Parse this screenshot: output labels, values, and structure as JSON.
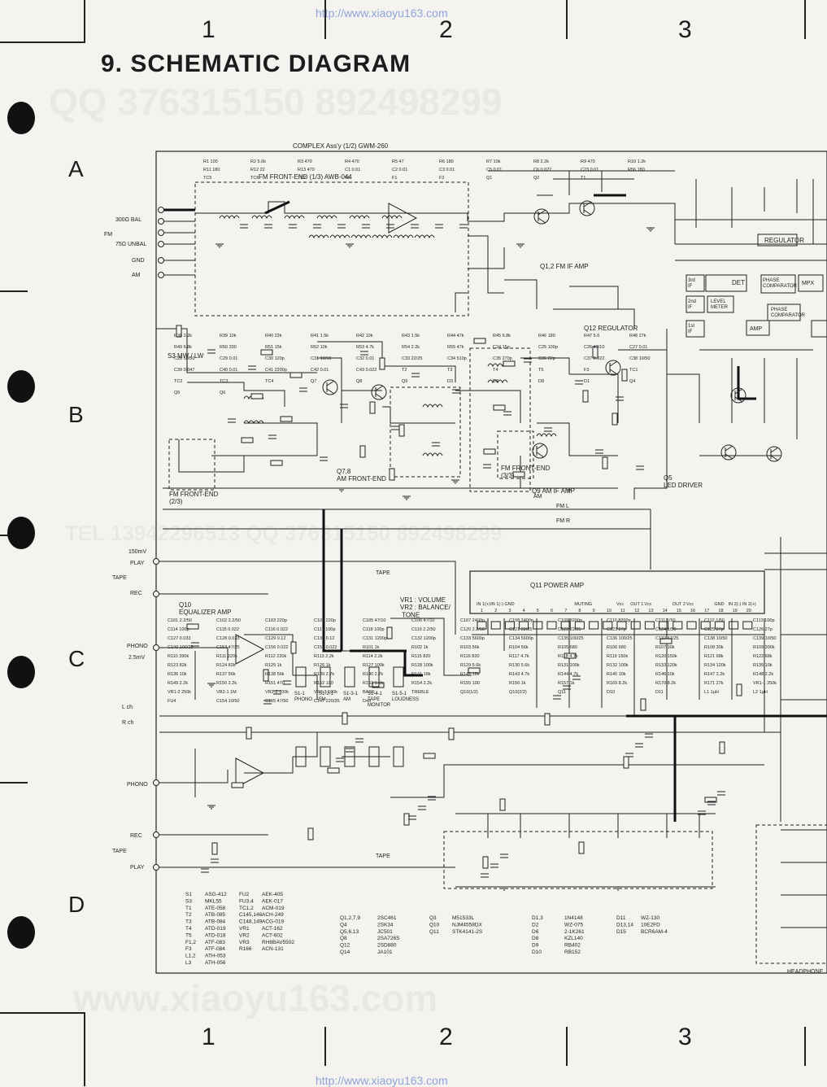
{
  "header": {
    "url_top": "http://www.xiaoyu163.com",
    "url_bottom": "http://www.xiaoyu163.com",
    "title": "9. SCHEMATIC DIAGRAM",
    "col_numbers": [
      "1",
      "2",
      "3"
    ],
    "row_letters": [
      "A",
      "B",
      "C",
      "D"
    ]
  },
  "watermarks": [
    "QQ 376315150   892498299",
    "TEL 13942296513   QQ 376315150  892498299",
    "www.xiaoyu163.com"
  ],
  "blocks": {
    "assy": "COMPLEX  Ass'y (1/2)   GWM-260",
    "fm_front_end": "FM FRONT-END (1/3)       AWB-044",
    "fm_front_end_2": "FM FRONT-END\n(2/3)",
    "fm_front_end_3": "FM FRONT-END\n(3/3)",
    "q12_fm_if": "Q1,2  FM IF AMP",
    "q12_reg": "Q12 REGULATOR",
    "am_front": "Q7,8\nAM FRONT-END",
    "am_if": "Q9  AM IF AMP",
    "led_driver": "Q5\nLED DRIVER",
    "eq_amp": "Q10\nEQUALIZER AMP",
    "power_amp": "Q11       POWER AMP",
    "vr_text": "VR1 : VOLUME\nVR2 : BALANCE/\n         TONE",
    "regulator": "REGULATOR",
    "det": "DET",
    "phase1": "PHASE\nCOMPARATOR",
    "mpx": "MPX",
    "phase2": "PHASE\nCOMPARATOR",
    "amp": "AMP",
    "level_meter": "LEVEL\nMETER",
    "if3": "3rd\nIF",
    "if2": "2nd\nIF",
    "if1": "1st\nIF",
    "headphone": "HEADPHONE"
  },
  "inputs": {
    "fm_300": "300Ω BAL",
    "fm": "FM",
    "fm_75": "75Ω UNBAL",
    "gnd": "GND",
    "am": "AM",
    "tape": "TAPE",
    "play": "PLAY",
    "rec": "REC",
    "phono": "PHONO",
    "phono_level": "2.5mV",
    "tape_level": "150mV",
    "lch": "L ch",
    "rch": "R ch",
    "fm_l": "FM L",
    "fm_r": "FM R",
    "am_line": "AM"
  },
  "switches": {
    "s1": [
      "S1-1\nPHONO",
      "S1-2-1\nFM",
      "S1-3-1\nAM",
      "S1-4-1\nTAPE\nMONITOR",
      "S1-5-1\nLOUDNESS"
    ],
    "s3": "S3  MW / LW"
  },
  "power_pins": [
    "IN 1(+)",
    "IN 1(-)",
    "GND",
    "",
    "",
    "",
    "",
    "MUTING",
    "",
    "",
    "Vcc",
    "OUT 1",
    "Vcc",
    "",
    "OUT 2",
    "Vcc",
    "",
    "GND",
    "IN 2(-)",
    "IN 2(+)"
  ],
  "parts_left": [
    [
      "S1",
      "ASG-412",
      "FU2",
      "AEK-405"
    ],
    [
      "S3",
      "MKL55",
      "FU3,4",
      "AEK-017"
    ],
    [
      "T1",
      "ATE-058",
      "TC1,2",
      "ACM-019"
    ],
    [
      "T2",
      "ATB-085",
      "C145,146",
      "ACH-249"
    ],
    [
      "T3",
      "ATB-084",
      "C148,149",
      "ACG-019"
    ],
    [
      "T4",
      "ATD-019",
      "VR1",
      "ACT-162"
    ],
    [
      "T5",
      "ATD-018",
      "VR2",
      "ACT-602"
    ],
    [
      "F1,2",
      "ATF-083",
      "VR3",
      "RH8BAV5502"
    ],
    [
      "F3",
      "ATF-084",
      "R166",
      "ACN-131"
    ],
    [
      "L1,2",
      "ATH-053",
      "",
      ""
    ],
    [
      "L3",
      "ATH-056",
      "",
      ""
    ]
  ],
  "parts_mid": [
    [
      "Q1,2,7,9",
      "2SC461",
      "Q3",
      "M51533L"
    ],
    [
      "Q4",
      "2SK34",
      "Q10",
      "NJM4558DX"
    ],
    [
      "Q5,6,13",
      "JC501",
      "Q11",
      "STK4141-2S"
    ],
    [
      "Q8",
      "2SA726S",
      "",
      ""
    ],
    [
      "Q12",
      "2SD880",
      "",
      ""
    ],
    [
      "Q14",
      "JA101",
      "",
      ""
    ]
  ],
  "parts_right": [
    [
      "D1,3",
      "1N4148",
      "D11",
      "WZ-130"
    ],
    [
      "D2",
      "WZ-075",
      "D13,14",
      "10E2FD"
    ],
    [
      "D6",
      "2-1K261",
      "D15",
      "BCR6AM-4"
    ],
    [
      "D8",
      "KZL140",
      "",
      ""
    ],
    [
      "D9",
      "RB402",
      "",
      ""
    ],
    [
      "D10",
      "RB152",
      "",
      ""
    ]
  ],
  "components_top": [
    "R1 100",
    "R2 5.6k",
    "R3 470",
    "R4 470",
    "R5 47",
    "R6 180",
    "R7 10k",
    "R8 2.2k",
    "R9 470",
    "R10 1.2k",
    "R11 180",
    "R12 22",
    "R13 470",
    "C1 0.01",
    "C2 0.01",
    "C3 0.01",
    "C5 0.01",
    "C6 0.022",
    "C23 0.01",
    "R56 180",
    "TC5",
    "TC6",
    "TC7",
    "T6",
    "F1",
    "F2",
    "Q1",
    "Q2",
    "T1"
  ],
  "components_mid": [
    "R38 2.2k",
    "R39 10k",
    "R40 22k",
    "R41 1.5k",
    "R42 10k",
    "R43 1.5k",
    "R44 47k",
    "R45 6.8k",
    "R46 180",
    "R47 5.6",
    "R48 27k",
    "R49 6.8k",
    "R50 330",
    "R51 15k",
    "R52 10k",
    "R53 4.7k",
    "R54 2.2k",
    "R55 47k",
    "C24 15p",
    "C25 100p",
    "C26 47/10",
    "C27 0.01",
    "C28 10/50",
    "C29 0.01",
    "C30 120p",
    "C31 10/50",
    "C32 0.01",
    "C33 22/25",
    "C34 510p",
    "C35 270p",
    "C36 22p",
    "C37 0.022",
    "C38 10/50",
    "C39 0.047",
    "C40 0.01",
    "C41 2200p",
    "C42 0.01",
    "C43 0.022",
    "T2",
    "T3",
    "T4",
    "T5",
    "F3",
    "TC1",
    "TC2",
    "TC3",
    "TC4",
    "Q7",
    "Q8",
    "Q9",
    "D3",
    "D6",
    "D8",
    "D1",
    "Q4",
    "Q5",
    "Q6"
  ],
  "components_low": [
    "C101 2.2/50",
    "C102 2.2/50",
    "C103 220p",
    "C104 220p",
    "C105 47/10",
    "C106 47/10",
    "C107 2400p",
    "C108 2400p",
    "C109 8200p",
    "C110 8200p",
    "C111 1/50",
    "C112 1/50",
    "C113 100p",
    "C114 100p",
    "C115 0.022",
    "C116 0.022",
    "C117 100p",
    "C118 100p",
    "C119 2.2/50",
    "C120 2.2/50",
    "C121 22/25",
    "C122 22/25",
    "C123 27p",
    "C124 1/50",
    "C125 27p",
    "C126 27p",
    "C127 0.033",
    "C128 0.033",
    "C129 0.12",
    "C130 0.12",
    "C131 1200p",
    "C132 1200p",
    "C133 5600p",
    "C134 5600p",
    "C135 100/25",
    "C136 100/25",
    "C137 47/25",
    "C138 10/50",
    "C139 10/50",
    "C140 100/25",
    "C153 47/25",
    "C156 0.022",
    "C157 0.022",
    "R101 1k",
    "R102 1k",
    "R103 56k",
    "R104 56k",
    "R105 680",
    "R106 680",
    "R107 30k",
    "R108 30k",
    "R109 390k",
    "R110 390k",
    "R111 220k",
    "R112 220k",
    "R113 2.2k",
    "R114 2.2k",
    "R115 820",
    "R116 820",
    "R117 4.7k",
    "R118 4.7k",
    "R119 150k",
    "R120 150k",
    "R121 68k",
    "R122 68k",
    "R123 82k",
    "R124 82k",
    "R125 1k",
    "R126 1k",
    "R127 100k",
    "R128 100k",
    "R129 5.6k",
    "R130 5.6k",
    "R131 100k",
    "R132 100k",
    "R133 120k",
    "R134 120k",
    "R135 10k",
    "R136 10k",
    "R137 56k",
    "R138 56k",
    "R139 2.7k",
    "R140 2.7k",
    "R141 18k",
    "R142 18k",
    "R143 4.7k",
    "R144 4.7k",
    "R145 10k",
    "R146 10k",
    "R147 2.2k",
    "R148 2.2k",
    "R149 2.2k",
    "R150 2.2k",
    "R151 470",
    "R152 100",
    "R153 1.5k",
    "R154 2.2k",
    "R155 100",
    "R156 1k",
    "R157 1k",
    "R169 8.2k",
    "R170 8.2k",
    "R171 27k",
    "VR1-1 250k",
    "VR1-2 250k",
    "VR2-1 1M",
    "VR2-2 100k",
    "VR2-3 100k",
    "BASS",
    "TREBLE",
    "Q10(1/2)",
    "Q10(2/2)",
    "Q11",
    "D10",
    "D11",
    "L1 1μH",
    "L2 1μH",
    "FU4",
    "C154 10/50",
    "C155 47/50",
    "C147 220/35",
    "D43"
  ]
}
